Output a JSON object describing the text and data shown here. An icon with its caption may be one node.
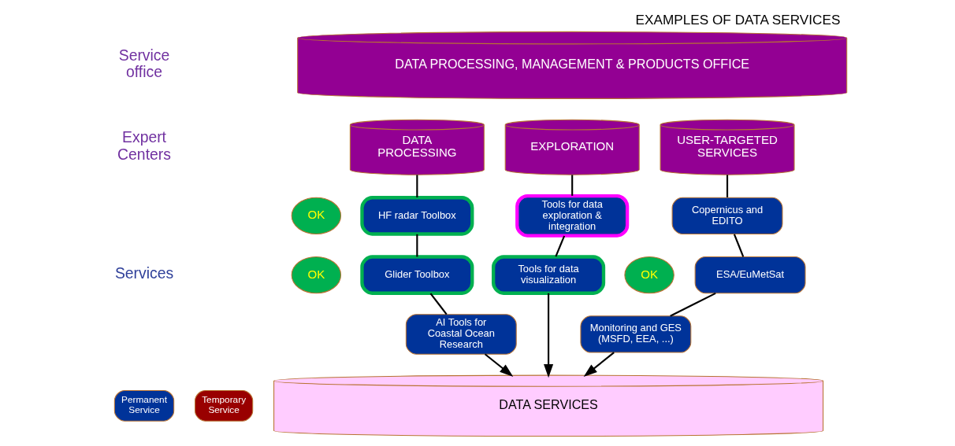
{
  "diagram": {
    "title": "EXAMPLES OF DATA SERVICES",
    "nodes": [
      {
        "text": [
          "DATA PROCESSING, MANAGEMENT & PRODUCTS OFFICE"
        ]
      },
      {
        "text": [
          "DATA PROCESSING"
        ]
      },
      {
        "text": [
          "EXPLORATION"
        ]
      },
      {
        "text": [
          "USER-TARGETED SERVICES"
        ]
      },
      {
        "text": [
          "HF radar Toolbox"
        ]
      },
      {
        "text": [
          "Glider Toolbox"
        ]
      },
      {
        "text": [
          "AI Tools for Coastal Ocean Research"
        ]
      },
      {
        "text": [
          "Tools for data exploration & integration"
        ]
      },
      {
        "text": [
          "Tools for data visualization"
        ]
      },
      {
        "text": [
          "Copernicus and EDITO"
        ]
      },
      {
        "text": [
          "ESA/EuMetSat"
        ]
      },
      {
        "text": [
          "Monitoring and GES (MSFD, EEA, ...)"
        ]
      },
      {
        "text": [
          "DATA SERVICES"
        ]
      },
      {
        "text": [
          "OK"
        ]
      },
      {
        "text": [
          "OK"
        ]
      },
      {
        "text": [
          "OK"
        ]
      }
    ],
    "edges": [
      {
        "from": 1,
        "to": 4,
        "arrow": "none"
      },
      {
        "from": 4,
        "to": 5,
        "arrow": "none"
      },
      {
        "from": 5,
        "to": 6,
        "arrow": "none"
      },
      {
        "from": 6,
        "to": 12,
        "arrow": "to"
      },
      {
        "from": 2,
        "to": 7,
        "arrow": "none"
      },
      {
        "from": 7,
        "to": 8,
        "arrow": "none"
      },
      {
        "from": 8,
        "to": 12,
        "arrow": "to"
      },
      {
        "from": 3,
        "to": 9,
        "arrow": "none"
      },
      {
        "from": 9,
        "to": 10,
        "arrow": "none"
      },
      {
        "from": 10,
        "to": 11,
        "arrow": "none"
      },
      {
        "from": 11,
        "to": 12,
        "arrow": "to"
      }
    ],
    "labels": [
      "Service office",
      "Expert Centers",
      "Services"
    ],
    "legend": [
      {
        "text": "Permanent Service",
        "color": "#003399"
      },
      {
        "text": "Temporary Service",
        "color": "#990000"
      }
    ]
  }
}
